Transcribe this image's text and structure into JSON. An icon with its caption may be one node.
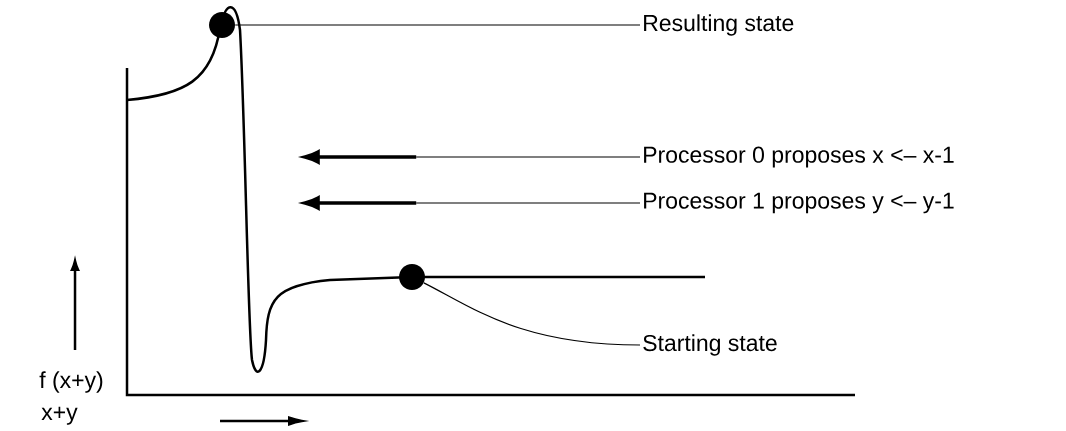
{
  "diagram": {
    "nodes": [
      {
        "text": [
          "Resulting state"
        ]
      },
      {
        "text": [],
        "shape": "circle"
      },
      {
        "text": [
          "Processor 0 proposes x <– x-1"
        ]
      },
      {
        "text": [],
        "shape": "arrow"
      },
      {
        "text": [
          "Processor 1 proposes y <– y-1"
        ]
      },
      {
        "text": [],
        "shape": "arrow"
      },
      {
        "text": [
          "Starting state"
        ]
      },
      {
        "text": [],
        "shape": "circle"
      }
    ],
    "edges": [
      {
        "from": 0,
        "to": 1,
        "arrow": "none"
      },
      {
        "from": 2,
        "to": 3,
        "arrow": "none"
      },
      {
        "from": 4,
        "to": 5,
        "arrow": "none"
      },
      {
        "from": 6,
        "to": 7,
        "arrow": "none"
      }
    ],
    "labels": [
      "f (x+y)",
      "x+y"
    ]
  }
}
